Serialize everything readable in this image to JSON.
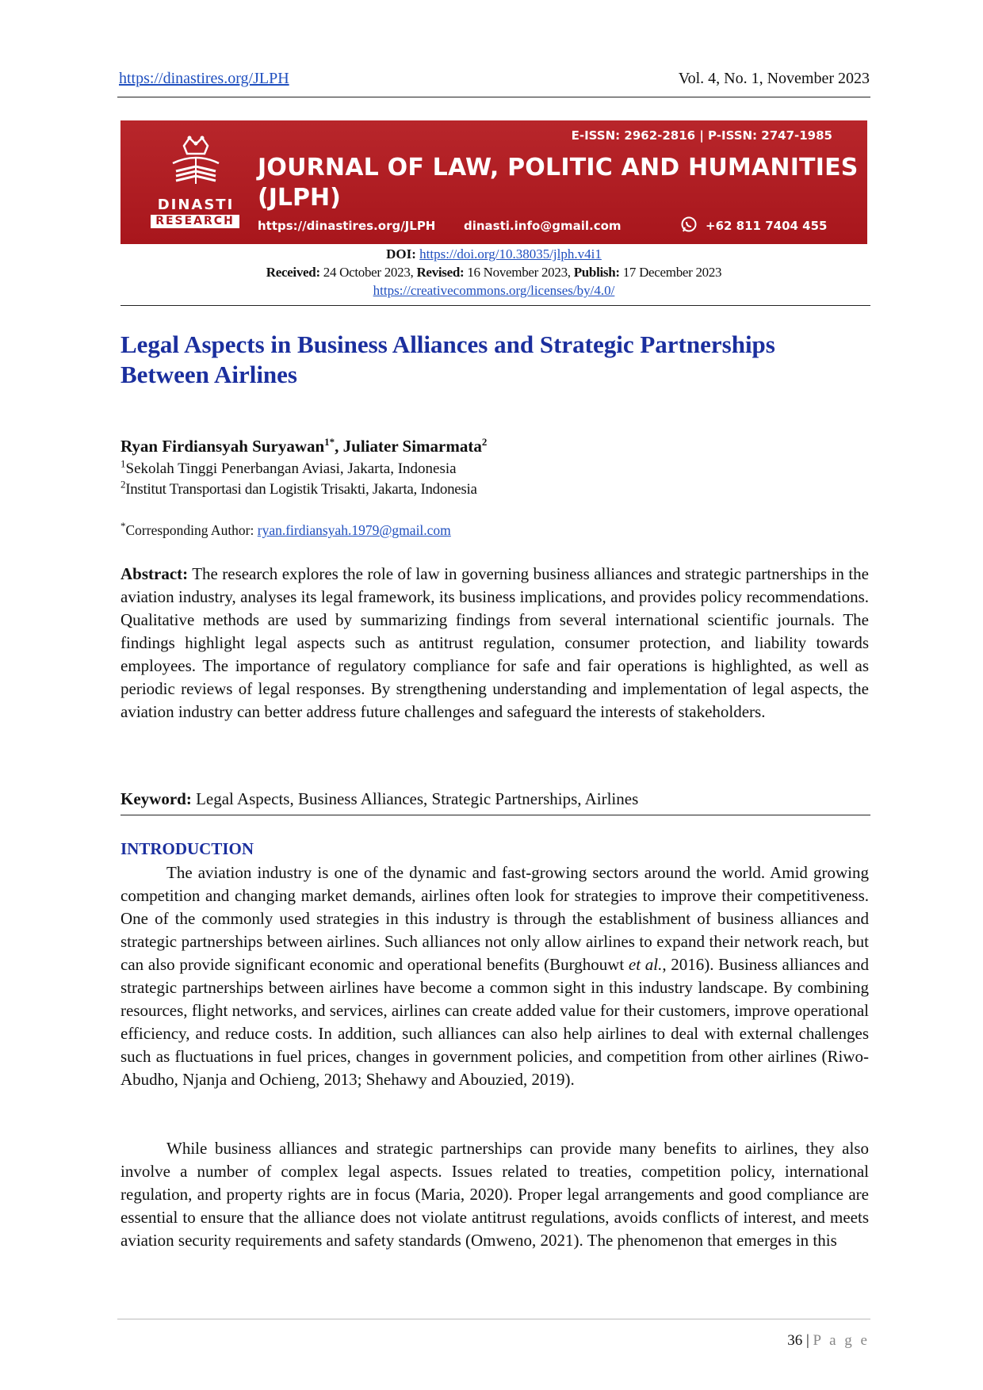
{
  "running_header": {
    "url": "https://dinastires.org/JLPH",
    "volume": "Vol. 4, No. 1, November 2023"
  },
  "banner": {
    "logo_word1": "DINASTI",
    "logo_word2": "RESEARCH",
    "issn": "E-ISSN: 2962-2816 | P-ISSN: 2747-1985",
    "title_line1": "JOURNAL OF LAW, POLITIC AND HUMANITIES",
    "title_line2": "(JLPH)",
    "url": "https://dinastires.org/JLPH",
    "email": "dinasti.info@gmail.com",
    "phone": "+62 811 7404 455",
    "phone_icon": "whatsapp-icon",
    "colors": {
      "background": "#a8161c",
      "text": "#ffffff"
    }
  },
  "pub_info": {
    "doi_label": "DOI:",
    "doi_link": "https://doi.org/10.38035/jlph.v4i1",
    "received_label": "Received:",
    "received": "24 October 2023,",
    "revised_label": "Revised:",
    "revised": "16 November 2023,",
    "publish_label": "Publish:",
    "publish": "17 December 2023",
    "license_link": "https://creativecommons.org/licenses/by/4.0/"
  },
  "article": {
    "title": "Legal Aspects in Business Alliances and Strategic Partnerships Between Airlines",
    "author1": "Ryan Firdiansyah Suryawan",
    "author1_mark": "1*",
    "author_sep": ", ",
    "author2": "Juliater Simarmata",
    "author2_mark": "2",
    "aff1_mark": "1",
    "aff1": "Sekolah Tinggi Penerbangan Aviasi, Jakarta, Indonesia",
    "aff2_mark": "2",
    "aff2": "Institut Transportasi dan Logistik Trisakti, Jakarta, Indonesia",
    "corr_mark": "*",
    "corr_label": "Corresponding Author: ",
    "corr_email": "ryan.firdiansyah.1979@gmail.com",
    "abstract_label": "Abstract:",
    "abstract": " The research explores the role of law in governing business alliances and strategic partnerships in the aviation industry, analyses its legal framework, its business implications, and provides policy recommendations. Qualitative methods are used by summarizing findings from several international scientific journals. The findings highlight legal aspects such as antitrust regulation, consumer protection, and liability towards employees. The importance of regulatory compliance for safe and fair operations is highlighted, as well as periodic reviews of legal responses. By strengthening understanding and implementation of legal aspects, the aviation industry can better address future challenges and safeguard the interests of stakeholders.",
    "keyword_label": "Keyword:",
    "keywords": " Legal Aspects, Business Alliances, Strategic Partnerships, Airlines"
  },
  "introduction": {
    "heading": "INTRODUCTION",
    "p1_a": "The aviation industry is one of the dynamic and fast-growing sectors around the world. Amid growing competition and changing market demands, airlines often look for strategies to improve their competitiveness. One of the commonly used strategies in this industry is through the establishment of business alliances and strategic partnerships between airlines. Such alliances not only allow airlines to expand their network reach, but can also provide significant economic and operational benefits (Burghouwt ",
    "p1_em": "et al.",
    "p1_b": ", 2016). Business alliances and strategic partnerships between airlines have become a common sight in this industry landscape. By combining resources, flight networks, and services, airlines can create added value for their customers, improve operational efficiency, and reduce costs. In addition, such alliances can also help airlines to deal with external challenges such as fluctuations in fuel prices, changes in government policies, and competition from other airlines (Riwo-Abudho, Njanja and Ochieng, 2013; Shehawy and Abouzied, 2019).",
    "p2": "While business alliances and strategic partnerships can provide many benefits to airlines, they also involve a number of complex legal aspects. Issues related to treaties, competition policy, international regulation, and property rights are in focus (Maria, 2020). Proper legal arrangements and good compliance are essential to ensure that the alliance does not violate antitrust regulations, avoids conflicts of interest, and meets aviation security requirements and safety standards (Omweno, 2021).  The phenomenon that emerges in this"
  },
  "footer": {
    "page_number": "36",
    "separator": " | ",
    "page_word": "P a g e"
  }
}
